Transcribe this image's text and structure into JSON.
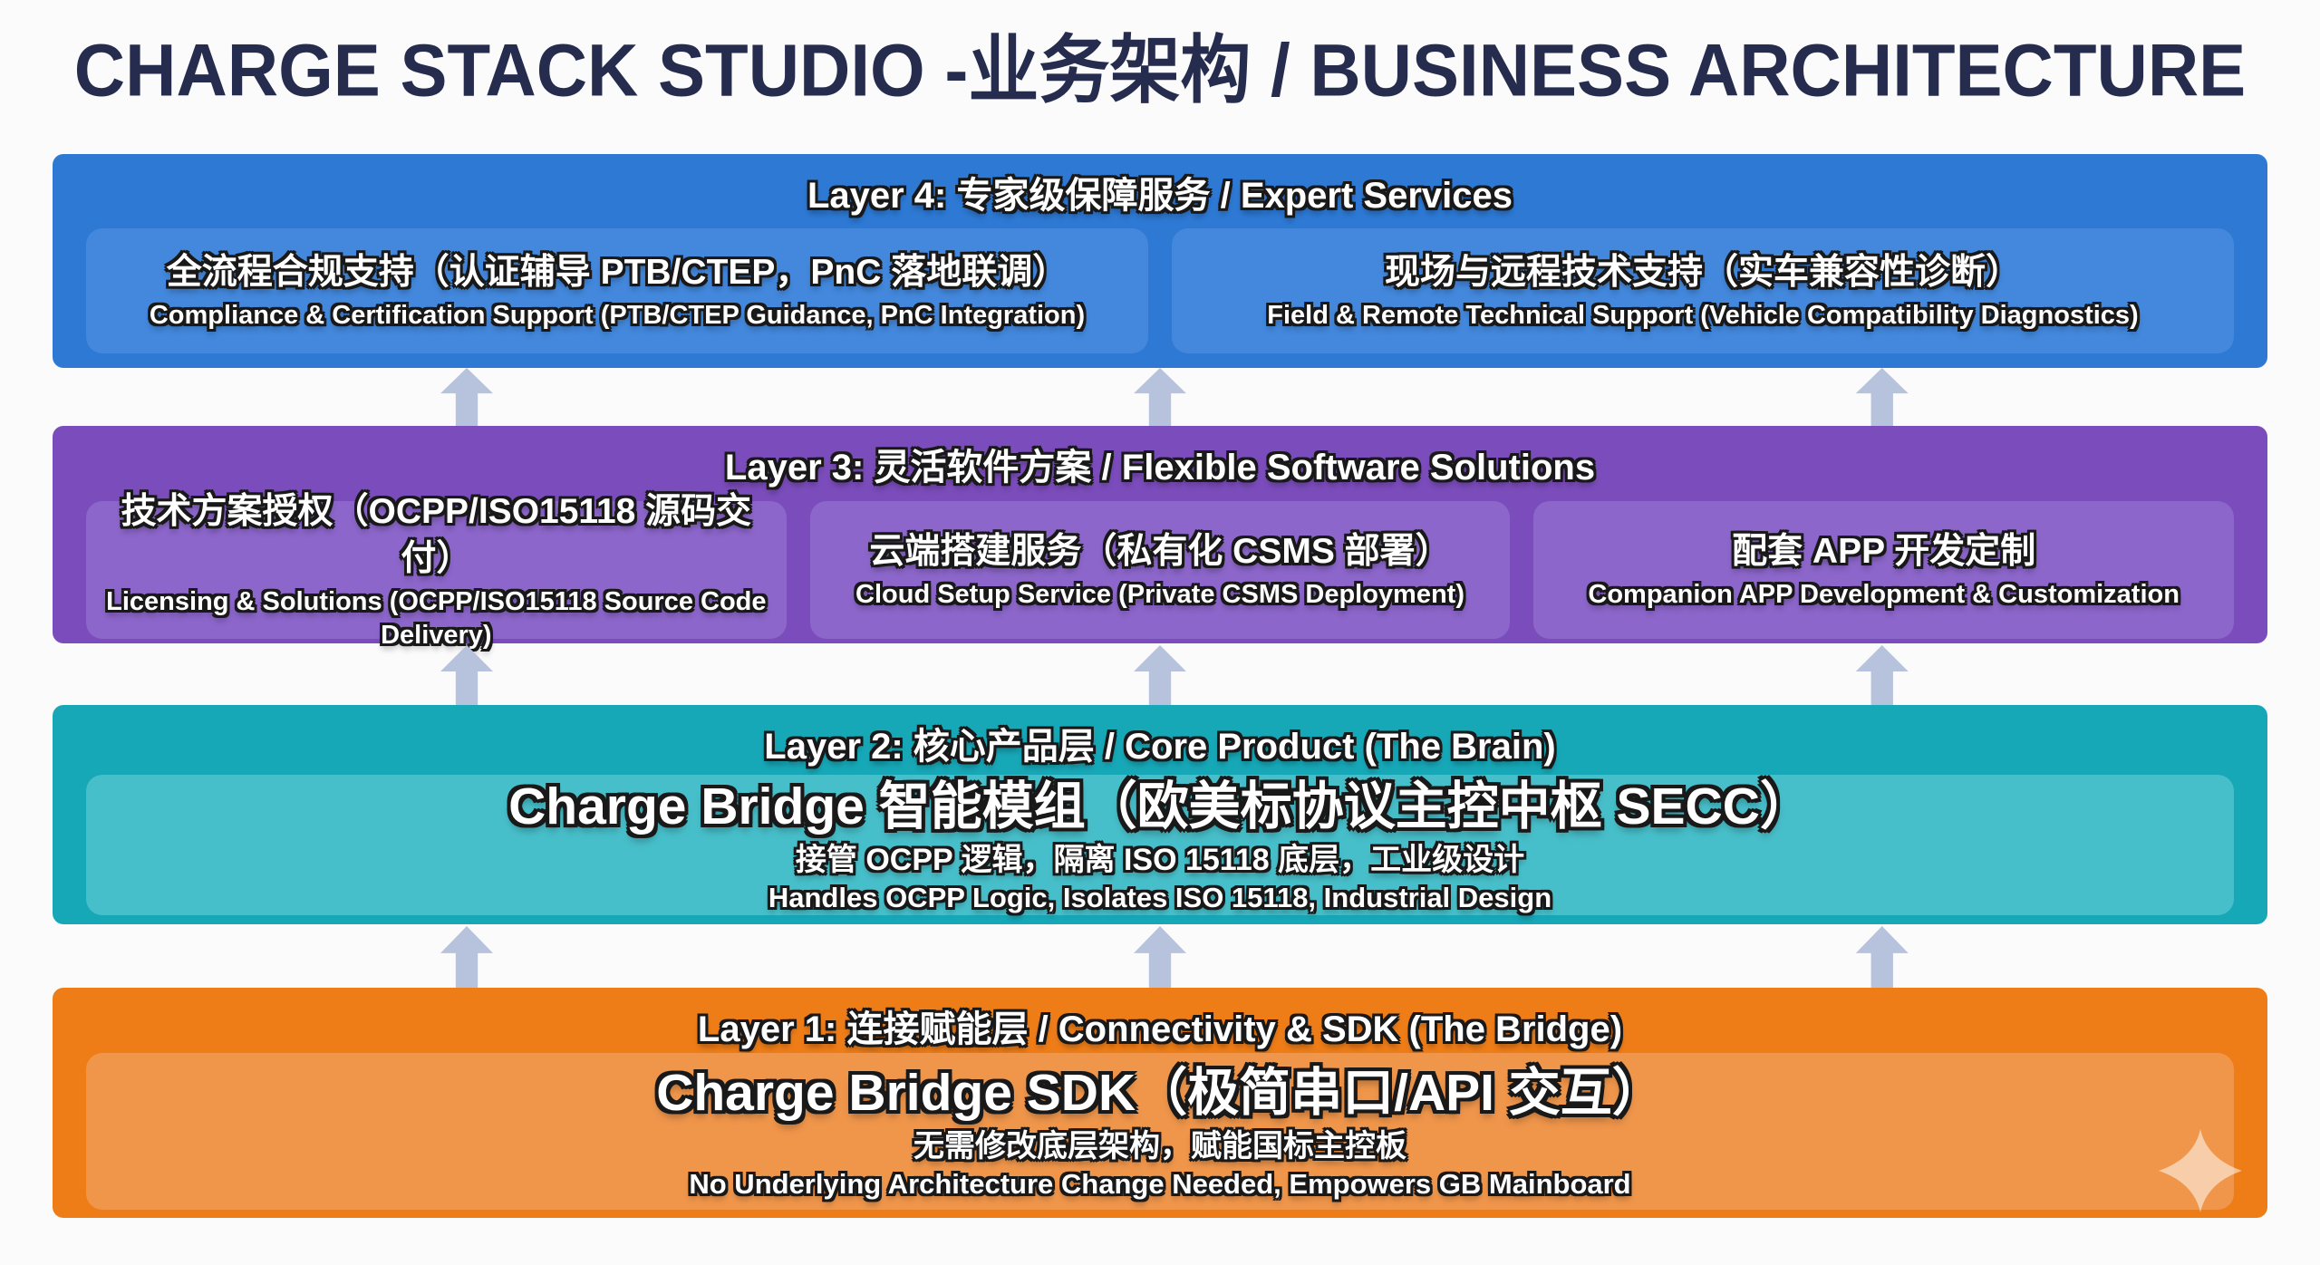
{
  "page": {
    "title": "CHARGE STACK STUDIO -业务架构 / BUSINESS ARCHITECTURE"
  },
  "layers": [
    {
      "name": "Layer 4",
      "header": "Layer 4: 专家级保障服务 / Expert Services",
      "band_color": "#2d79d4",
      "box_color": "#4388dd",
      "boxes": [
        {
          "zh": "全流程合规支持（认证辅导 PTB/CTEP，PnC 落地联调）",
          "en": "Compliance & Certification Support (PTB/CTEP Guidance, PnC Integration)"
        },
        {
          "zh": "现场与远程技术支持（实车兼容性诊断）",
          "en": "Field & Remote Technical Support (Vehicle Compatibility Diagnostics)"
        }
      ]
    },
    {
      "name": "Layer 3",
      "header": "Layer 3: 灵活软件方案 / Flexible Software Solutions",
      "band_color": "#7b4cbb",
      "box_color": "#8c66ca",
      "boxes": [
        {
          "zh": "技术方案授权（OCPP/ISO15118 源码交付）",
          "en": "Licensing & Solutions (OCPP/ISO15118 Source Code Delivery)"
        },
        {
          "zh": "云端搭建服务（私有化 CSMS 部署）",
          "en": "Cloud Setup Service (Private CSMS Deployment)"
        },
        {
          "zh": "配套 APP 开发定制",
          "en": "Companion APP Development & Customization"
        }
      ]
    },
    {
      "name": "Layer 2",
      "header": "Layer 2: 核心产品层 / Core Product (The Brain)",
      "band_color": "#17a8b8",
      "box_color": "#47bfca",
      "main": {
        "title": "Charge Bridge 智能模组（欧美标协议主控中枢 SECC）",
        "zh": "接管 OCPP 逻辑，隔离 ISO 15118 底层，工业级设计",
        "en": "Handles OCPP Logic, Isolates ISO 15118, Industrial Design"
      }
    },
    {
      "name": "Layer 1",
      "header": "Layer 1: 连接赋能层 / Connectivity & SDK (The Bridge)",
      "band_color": "#ee7d18",
      "box_color": "#f0964b",
      "main": {
        "title": "Charge Bridge SDK（极简串口/API 交互）",
        "zh": "无需修改底层架构，赋能国标主控板",
        "en": "No Underlying Architecture Change Needed, Empowers GB Mainboard"
      }
    }
  ],
  "colors": {
    "background": "#fbfbfc",
    "title_text": "#252c4e",
    "arrow": "#b7c3dc",
    "band_text": "#ffffff",
    "text_outline": "#191919",
    "sparkle": "#f7c596"
  },
  "icons": {
    "up_arrow": "up-arrow-icon",
    "sparkle": "sparkle-icon"
  }
}
